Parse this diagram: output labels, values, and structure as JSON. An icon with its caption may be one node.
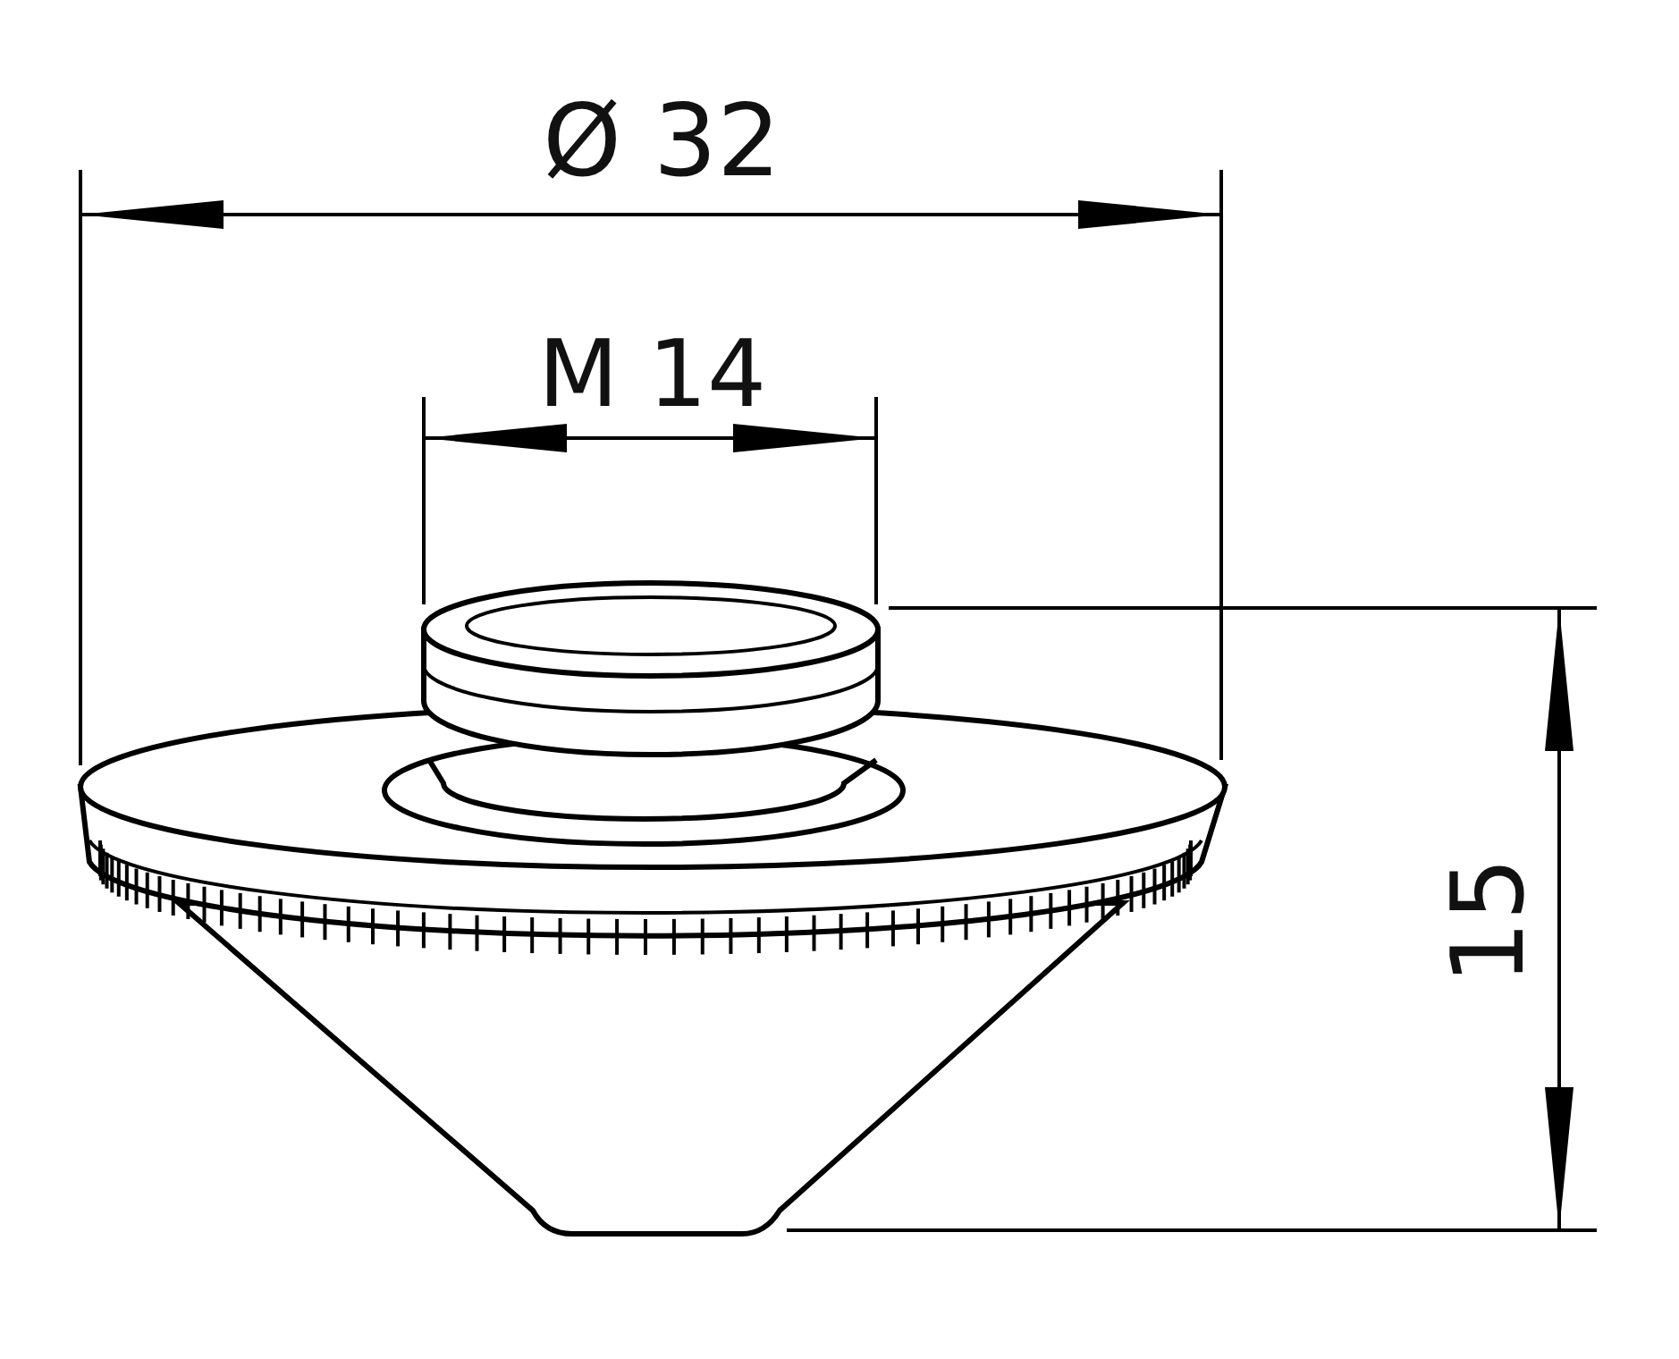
{
  "diagram": {
    "labels": [
      "Ø 32",
      "M 14",
      "15"
    ]
  }
}
